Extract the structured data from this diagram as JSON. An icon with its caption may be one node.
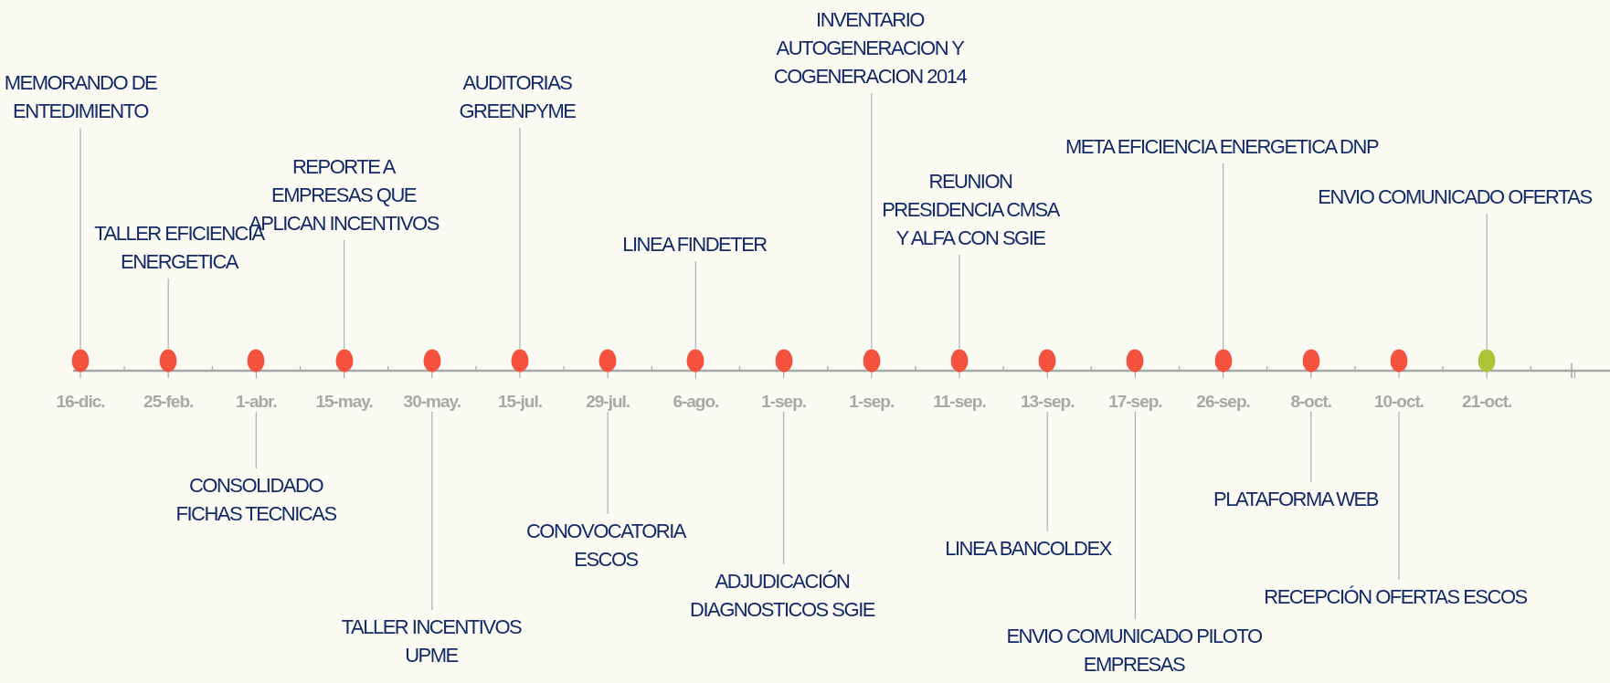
{
  "diagram": {
    "nodes": [
      {
        "text": [
          "MEMORANDO DE ENTEDIMIENTO"
        ]
      },
      {
        "text": [
          "TALLER EFICIENCIA ENERGETICA"
        ]
      },
      {
        "text": [
          "CONSOLIDADO FICHAS TECNICAS"
        ]
      },
      {
        "text": [
          "REPORTE A EMPRESAS QUE APLICAN INCENTIVOS"
        ]
      },
      {
        "text": [
          "TALLER INCENTIVOS UPME"
        ]
      },
      {
        "text": [
          "AUDITORIAS GREENPYME"
        ]
      },
      {
        "text": [
          "CONOVOCATORIA ESCOS"
        ]
      },
      {
        "text": [
          "LINEA FINDETER"
        ]
      },
      {
        "text": [
          "ADJUDICACIÓN DIAGNOSTICOS SGIE"
        ]
      },
      {
        "text": [
          "INVENTARIO AUTOGENERACION Y COGENERACION 2014"
        ]
      },
      {
        "text": [
          "REUNION PRESIDENCIA CMSA Y ALFA CON SGIE"
        ]
      },
      {
        "text": [
          "LINEA BANCOLDEX"
        ]
      },
      {
        "text": [
          "ENVIO COMUNICADO PILOTO EMPRESAS"
        ]
      },
      {
        "text": [
          "META EFICIENCIA ENERGETICA DNP"
        ]
      },
      {
        "text": [
          "PLATAFORMA WEB"
        ]
      },
      {
        "text": [
          "RECEPCIÓN OFERTAS ESCOS"
        ]
      },
      {
        "text": [
          "ENVIO COMUNICADO OFERTAS"
        ]
      },
      {
        "text": [],
        "shape": "circle",
        "beside": [
          "16-dic."
        ]
      },
      {
        "text": [],
        "shape": "circle",
        "beside": [
          "25-feb."
        ]
      },
      {
        "text": [],
        "shape": "circle",
        "beside": [
          "1-abr."
        ]
      },
      {
        "text": [],
        "shape": "circle",
        "beside": [
          "15-may."
        ]
      },
      {
        "text": [],
        "shape": "circle",
        "beside": [
          "30-may."
        ]
      },
      {
        "text": [],
        "shape": "circle",
        "beside": [
          "15-jul."
        ]
      },
      {
        "text": [],
        "shape": "circle",
        "beside": [
          "29-jul."
        ]
      },
      {
        "text": [],
        "shape": "circle",
        "beside": [
          "6-ago."
        ]
      },
      {
        "text": [],
        "shape": "circle",
        "beside": [
          "1-sep."
        ]
      },
      {
        "text": [],
        "shape": "circle",
        "beside": [
          "1-sep."
        ]
      },
      {
        "text": [],
        "shape": "circle",
        "beside": [
          "11-sep."
        ]
      },
      {
        "text": [],
        "shape": "circle",
        "beside": [
          "13-sep."
        ]
      },
      {
        "text": [],
        "shape": "circle",
        "beside": [
          "17-sep."
        ]
      },
      {
        "text": [],
        "shape": "circle",
        "beside": [
          "26-sep."
        ]
      },
      {
        "text": [],
        "shape": "circle",
        "beside": [
          "8-oct."
        ]
      },
      {
        "text": [],
        "shape": "circle",
        "beside": [
          "10-oct."
        ]
      },
      {
        "text": [],
        "shape": "circle",
        "beside": [
          "21-oct."
        ]
      }
    ],
    "edges": [
      {
        "from": 0,
        "to": 17,
        "arrow": "none"
      },
      {
        "from": 1,
        "to": 18,
        "arrow": "none"
      },
      {
        "from": 2,
        "to": 19,
        "arrow": "none"
      },
      {
        "from": 3,
        "to": 20,
        "arrow": "none"
      },
      {
        "from": 4,
        "to": 21,
        "arrow": "none"
      },
      {
        "from": 5,
        "to": 22,
        "arrow": "none"
      },
      {
        "from": 6,
        "to": 23,
        "arrow": "none"
      },
      {
        "from": 7,
        "to": 24,
        "arrow": "none"
      },
      {
        "from": 8,
        "to": 25,
        "arrow": "none"
      },
      {
        "from": 9,
        "to": 26,
        "arrow": "none"
      },
      {
        "from": 10,
        "to": 27,
        "arrow": "none"
      },
      {
        "from": 11,
        "to": 28,
        "arrow": "none"
      },
      {
        "from": 12,
        "to": 29,
        "arrow": "none"
      },
      {
        "from": 13,
        "to": 30,
        "arrow": "none"
      },
      {
        "from": 14,
        "to": 31,
        "arrow": "none"
      },
      {
        "from": 15,
        "to": 32,
        "arrow": "none"
      },
      {
        "from": 16,
        "to": 33,
        "arrow": "none"
      }
    ]
  }
}
